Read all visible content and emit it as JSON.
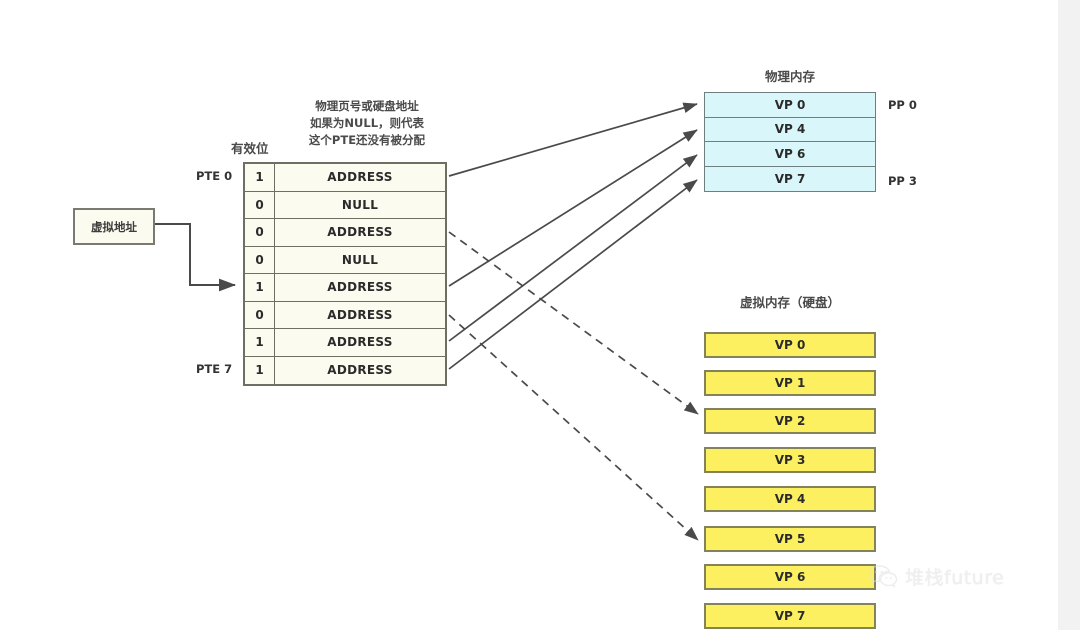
{
  "diagram": {
    "virtual_address_box": {
      "label": "虚拟地址"
    },
    "page_table": {
      "valid_bit_caption": "有效位",
      "address_caption_lines": [
        "物理页号或硬盘地址",
        "如果为NULL，则代表",
        "这个PTE还没有被分配"
      ],
      "first_row_label": "PTE 0",
      "last_row_label": "PTE 7",
      "rows": [
        {
          "valid": "1",
          "address": "ADDRESS"
        },
        {
          "valid": "0",
          "address": "NULL"
        },
        {
          "valid": "0",
          "address": "ADDRESS"
        },
        {
          "valid": "0",
          "address": "NULL"
        },
        {
          "valid": "1",
          "address": "ADDRESS"
        },
        {
          "valid": "0",
          "address": "ADDRESS"
        },
        {
          "valid": "1",
          "address": "ADDRESS"
        },
        {
          "valid": "1",
          "address": "ADDRESS"
        }
      ]
    },
    "physical_memory": {
      "title": "物理内存",
      "cells": [
        "VP 0",
        "VP 4",
        "VP 6",
        "VP 7"
      ],
      "first_frame_label": "PP 0",
      "last_frame_label": "PP 3",
      "cell_color": "#d9f7fa",
      "border_color": "#6f7f80"
    },
    "disk_memory": {
      "title": "虚拟内存（硬盘）",
      "cells": [
        "VP 0",
        "VP 1",
        "VP 2",
        "VP 3",
        "VP 4",
        "VP 5",
        "VP 6",
        "VP 7"
      ],
      "cell_color": "#fcf061",
      "border_color": "#83835a"
    },
    "connections": {
      "solid_note": "valid PTEs map to physical memory frames",
      "dashed_note": "invalid PTEs with address map to disk pages",
      "solid": [
        {
          "from_row": 0,
          "to": "physical.VP 0"
        },
        {
          "from_row": 4,
          "to": "physical.VP 4"
        },
        {
          "from_row": 6,
          "to": "physical.VP 6"
        },
        {
          "from_row": 7,
          "to": "physical.VP 7"
        }
      ],
      "dashed": [
        {
          "from_row": 2,
          "to": "disk.VP 2"
        },
        {
          "from_row": 5,
          "to": "disk.VP 5"
        }
      ]
    },
    "watermark": {
      "text": "堆栈future",
      "icon": "wechat-icon"
    }
  }
}
